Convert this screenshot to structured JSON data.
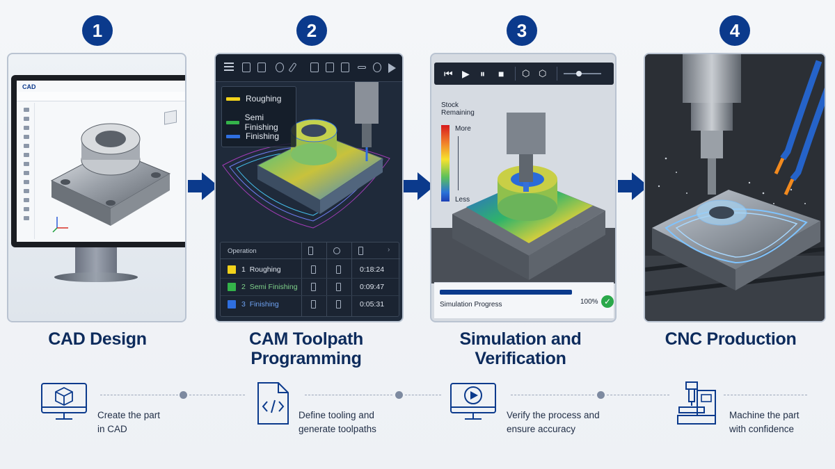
{
  "steps": [
    {
      "number": "1",
      "title": "CAD Design",
      "desc_line1": "Create the part",
      "desc_line2": "in CAD"
    },
    {
      "number": "2",
      "title_line1": "CAM Toolpath",
      "title_line2": "Programming",
      "desc_line1": "Define tooling and",
      "desc_line2": "generate toolpaths"
    },
    {
      "number": "3",
      "title_line1": "Simulation and",
      "title_line2": "Verification",
      "desc_line1": "Verify the process and",
      "desc_line2": "ensure accuracy"
    },
    {
      "number": "4",
      "title": "CNC Production",
      "desc_line1": "Machine the part",
      "desc_line2": "with confidence"
    }
  ],
  "cad_panel": {
    "app_label": "CAD"
  },
  "cam_panel": {
    "legend": [
      {
        "label": "Roughing",
        "color": "#f2d21b"
      },
      {
        "label": "Semi Finishing",
        "color": "#34b34a"
      },
      {
        "label": "Finishing",
        "color": "#2f6fe0"
      }
    ],
    "table_header": "Operation",
    "operations": [
      {
        "index": "1",
        "name": "Roughing",
        "time": "0:18:24",
        "color": "#f2d21b"
      },
      {
        "index": "2",
        "name": "Semi Finishing",
        "time": "0:09:47",
        "color": "#34b34a"
      },
      {
        "index": "3",
        "name": "Finishing",
        "time": "0:05:31",
        "color": "#2f6fe0"
      }
    ]
  },
  "sim_panel": {
    "stock_label_line1": "Stock",
    "stock_label_line2": "Remaining",
    "more_label": "More",
    "less_label": "Less",
    "progress_label": "Simulation Progress",
    "progress_percent": "100%",
    "progress_value": 1.0
  },
  "colors": {
    "accent": "#0b3a8c",
    "success": "#2aa84a"
  }
}
